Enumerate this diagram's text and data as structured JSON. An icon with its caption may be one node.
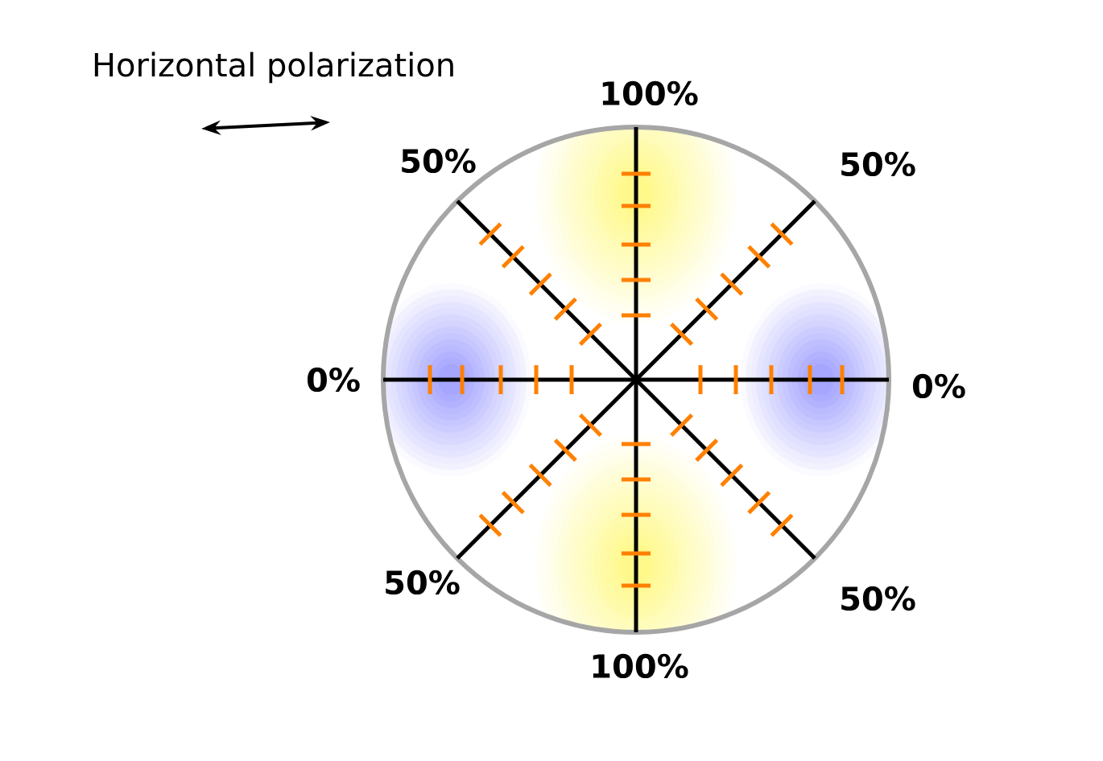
{
  "diagram": {
    "title": "Horizontal polarization",
    "labels": [
      "100%",
      "50%",
      "50%",
      "0%",
      "0%",
      "50%",
      "50%",
      "100%"
    ]
  }
}
